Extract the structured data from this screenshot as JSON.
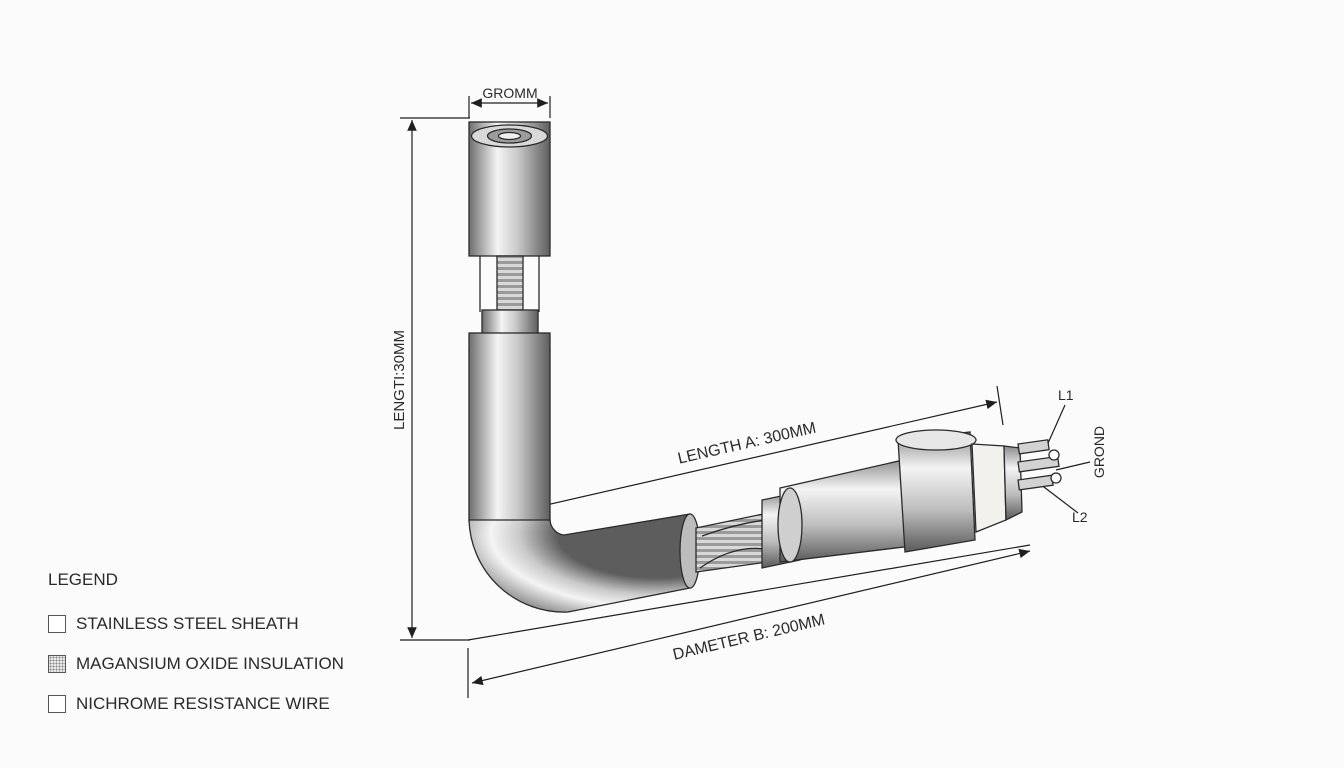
{
  "labels": {
    "top_width": "GROMM",
    "vertical_length": "LENGTI:30MM",
    "length_a": "LENGTH A: 300MM",
    "diameter_b": "DAMETER B: 200MM",
    "terminal_l1": "L1",
    "terminal_l2": "L2",
    "ground": "GROND"
  },
  "legend": {
    "title": "LEGEND",
    "items": [
      {
        "label": "STAINLESS STEEL SHEATH",
        "pattern": "plain"
      },
      {
        "label": "MAGANSIUM OXIDE INSULATION",
        "pattern": "dotted"
      },
      {
        "label": "NICHROME RESISTANCE WIRE",
        "pattern": "plain"
      }
    ]
  },
  "colors": {
    "line": "#1f1f1f",
    "metal_dark": "#6f6f6f",
    "metal_light": "#f2f2f2",
    "background": "#fbfbfb"
  }
}
